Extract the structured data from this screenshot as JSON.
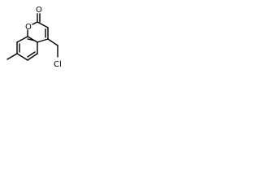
{
  "molecule": {
    "atoms": {
      "carbonyl_oxygen": "O",
      "ring_oxygen": "O",
      "chlorine": "Cl"
    },
    "colors": {
      "bond": "#000000",
      "background": "#ffffff"
    }
  }
}
